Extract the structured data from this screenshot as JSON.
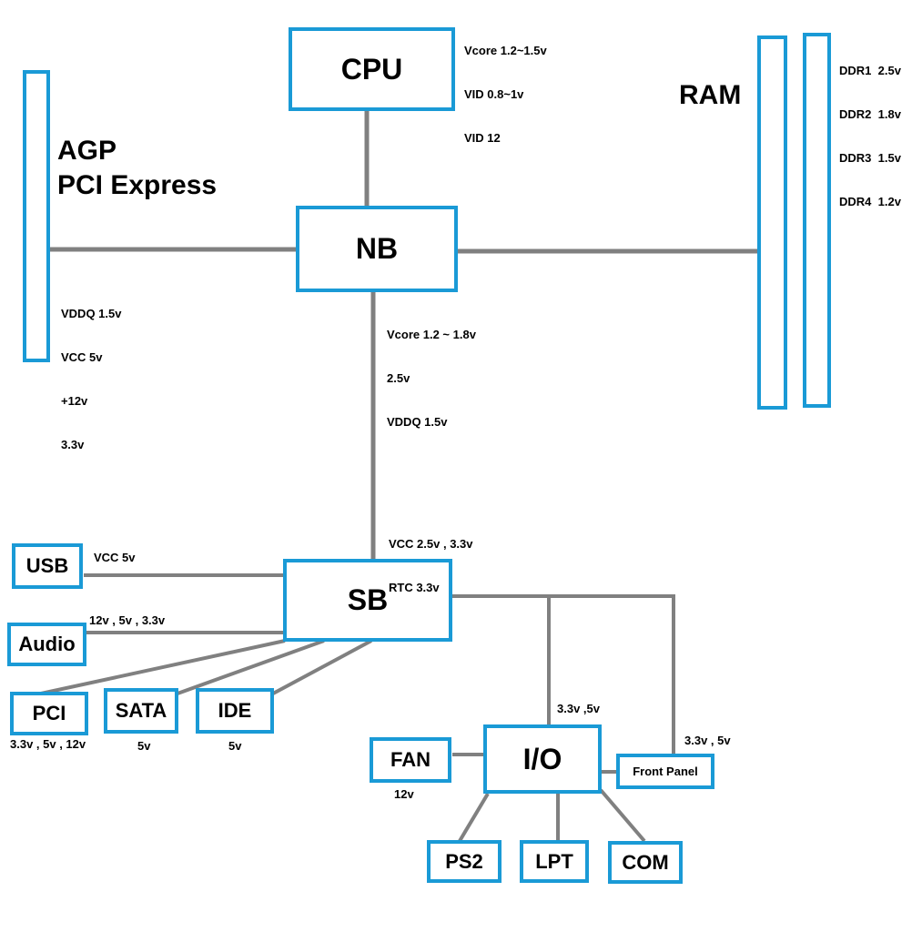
{
  "colors": {
    "box_border": "#1a9ad6",
    "connector": "#808080"
  },
  "nodes": {
    "cpu": "CPU",
    "nb": "NB",
    "sb": "SB",
    "io": "I/O",
    "usb": "USB",
    "audio": "Audio",
    "pci": "PCI",
    "sata": "SATA",
    "ide": "IDE",
    "fan": "FAN",
    "front_panel": "Front Panel",
    "ps2": "PS2",
    "lpt": "LPT",
    "com": "COM"
  },
  "titles": {
    "agp": "AGP",
    "pci_express": "PCI Express",
    "ram": "RAM"
  },
  "notes": {
    "cpu_v1": "Vcore 1.2~1.5v",
    "cpu_v2": "VID 0.8~1v",
    "cpu_v3": "VID 12",
    "ddr1": "DDR1  2.5v",
    "ddr2": "DDR2  1.8v",
    "ddr3": "DDR3  1.5v",
    "ddr4": "DDR4  1.2v",
    "agp_v1": "VDDQ 1.5v",
    "agp_v2": "VCC 5v",
    "agp_v3": "+12v",
    "agp_v4": "3.3v",
    "nb_v1": "Vcore 1.2 ~ 1.8v",
    "nb_v2": "2.5v",
    "nb_v3": "VDDQ 1.5v",
    "sb_v1": "VCC 2.5v , 3.3v",
    "sb_v2": "RTC 3.3v",
    "usb_v": "VCC 5v",
    "audio_v": "12v , 5v , 3.3v",
    "pci_v": "3.3v , 5v , 12v",
    "sata_v": "5v",
    "ide_v": "5v",
    "io_v": "3.3v ,5v",
    "fp_v": "3.3v , 5v",
    "fan_v": "12v"
  }
}
